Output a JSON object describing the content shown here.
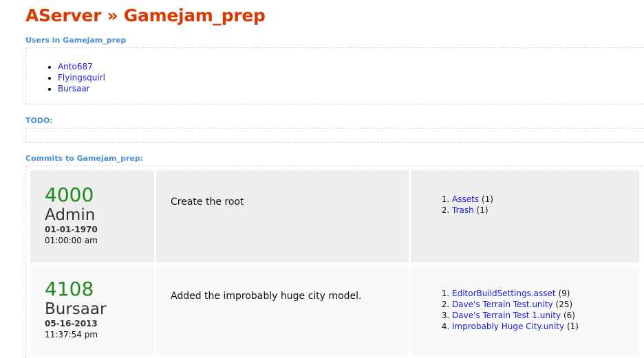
{
  "header": {
    "title": "AServer » Gamejam_prep"
  },
  "users_section": {
    "heading": "Users in Gamejam_prep",
    "users": [
      "Anto687",
      "Flyingsquirl",
      "Bursaar"
    ]
  },
  "todo_section": {
    "heading": "TODO:"
  },
  "commits_section": {
    "heading": "Commits to Gamejam_prep:",
    "commits": [
      {
        "revision": "4000",
        "author": "Admin",
        "date": "01-01-1970",
        "time": "01:00:00 am",
        "message": "Create the root",
        "files": [
          {
            "name": "Assets",
            "count": "(1)",
            "removed": false
          },
          {
            "name": "Trash",
            "count": "(1)",
            "removed": false
          }
        ]
      },
      {
        "revision": "4108",
        "author": "Bursaar",
        "date": "05-16-2013",
        "time": "11:37:54 pm",
        "message": "Added the improbably huge city model.",
        "files": [
          {
            "name": "EditorBuildSettings.asset",
            "count": "(9)",
            "removed": false
          },
          {
            "name": "Dave's Terrain Test.unity",
            "count": "(25)",
            "removed": false
          },
          {
            "name": "Dave's Terrain Test 1.unity",
            "count": "(6)",
            "removed": true
          },
          {
            "name": "Improbably Huge City.unity",
            "count": "(1)",
            "removed": false
          }
        ]
      }
    ]
  },
  "colors": {
    "title": "#d93a00",
    "section_heading": "#4a90d0",
    "link": "#1a1adb",
    "revision": "#1d8a1d",
    "row_odd_bg": "#eeeeee",
    "row_even_bg": "#f9f9f9"
  }
}
